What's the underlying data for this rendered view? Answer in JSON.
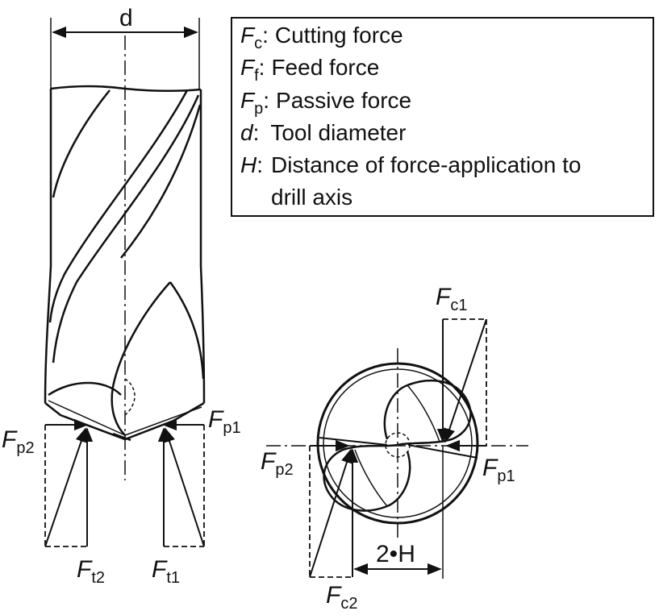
{
  "legend": {
    "items": [
      {
        "symbol": "F",
        "sub": "c",
        "sep": ":",
        "text": "Cutting force"
      },
      {
        "symbol": "F",
        "sub": "f",
        "sep": ":",
        "text": "Feed force"
      },
      {
        "symbol": "F",
        "sub": "p",
        "sep": ":",
        "text": "Passive force"
      },
      {
        "symbol": "d",
        "sub": "",
        "sep": ":",
        "text": "Tool diameter"
      },
      {
        "symbol": "H",
        "sub": "",
        "sep": ":",
        "text": "Distance of force-application to"
      }
    ],
    "continuation": "drill axis"
  },
  "drill": {
    "diameter_label": "d",
    "labels": {
      "fp2": {
        "symbol": "F",
        "sub": "p2"
      },
      "fp1": {
        "symbol": "F",
        "sub": "p1"
      },
      "ft2": {
        "symbol": "F",
        "sub": "t2"
      },
      "ft1": {
        "symbol": "F",
        "sub": "t1"
      }
    }
  },
  "cross_section": {
    "labels": {
      "fc1": {
        "symbol": "F",
        "sub": "c1"
      },
      "fp2": {
        "symbol": "F",
        "sub": "p2"
      },
      "fp1": {
        "symbol": "F",
        "sub": "p1"
      },
      "fc2": {
        "symbol": "F",
        "sub": "c2"
      }
    },
    "distance_label": "2•H"
  },
  "colors": {
    "ink": "#111111",
    "background": "#ffffff"
  }
}
